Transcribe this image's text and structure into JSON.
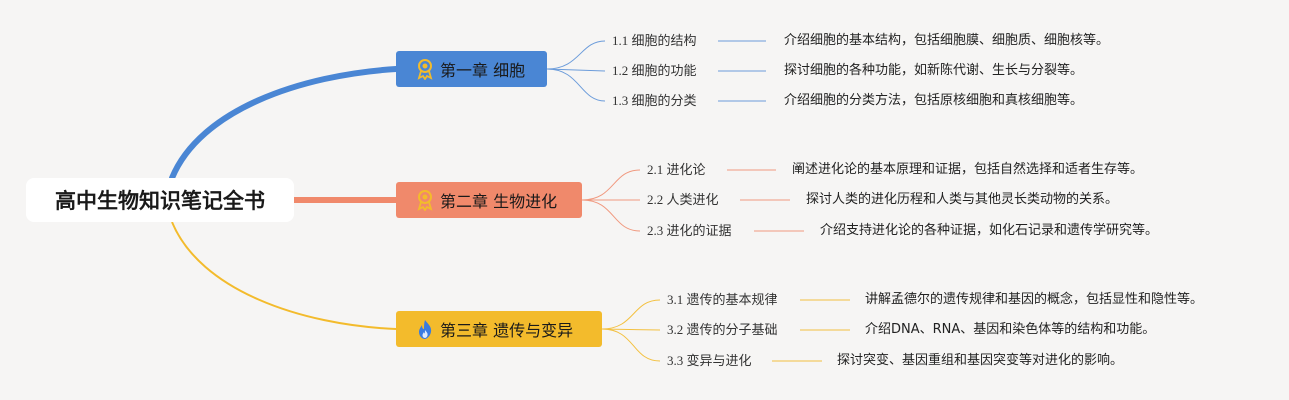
{
  "root": {
    "title": "高中生物知识笔记全书"
  },
  "chapters": [
    {
      "title": "第一章 细胞",
      "icon": "award-ribbon-icon",
      "color": "#4a86d4",
      "sections": [
        {
          "label": "1.1 细胞的结构",
          "desc": "介绍细胞的基本结构，包括细胞膜、细胞质、细胞核等。"
        },
        {
          "label": "1.2 细胞的功能",
          "desc": "探讨细胞的各种功能，如新陈代谢、生长与分裂等。"
        },
        {
          "label": "1.3 细胞的分类",
          "desc": "介绍细胞的分类方法，包括原核细胞和真核细胞等。"
        }
      ]
    },
    {
      "title": "第二章 生物进化",
      "icon": "award-ribbon-icon",
      "color": "#f0896b",
      "sections": [
        {
          "label": "2.1 进化论",
          "desc": "阐述进化论的基本原理和证据，包括自然选择和适者生存等。"
        },
        {
          "label": "2.2 人类进化",
          "desc": "探讨人类的进化历程和人类与其他灵长类动物的关系。"
        },
        {
          "label": "2.3 进化的证据",
          "desc": "介绍支持进化论的各种证据，如化石记录和遗传学研究等。"
        }
      ]
    },
    {
      "title": "第三章 遗传与变异",
      "icon": "flame-icon",
      "color": "#f3bb2c",
      "sections": [
        {
          "label": "3.1 遗传的基本规律",
          "desc": "讲解孟德尔的遗传规律和基因的概念，包括显性和隐性等。"
        },
        {
          "label": "3.2 遗传的分子基础",
          "desc": "介绍DNA、RNA、基因和染色体等的结构和功能。"
        },
        {
          "label": "3.3 变异与进化",
          "desc": "探讨突变、基因重组和基因突变等对进化的影响。"
        }
      ]
    }
  ]
}
